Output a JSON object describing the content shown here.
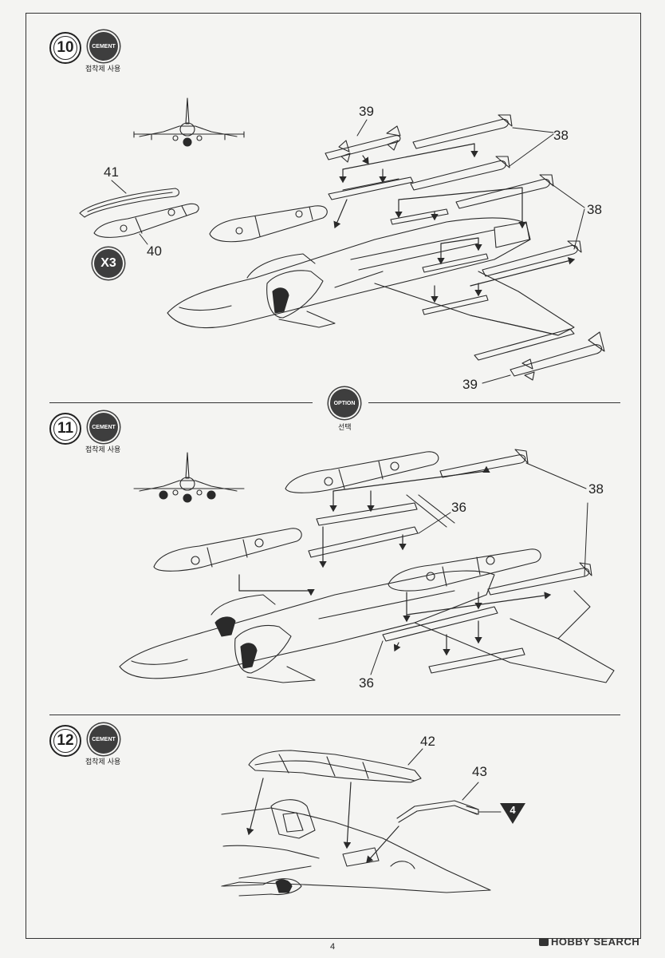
{
  "steps": [
    {
      "number": "10",
      "badge": "CEMENT",
      "badge_sub": "접착제 사용"
    },
    {
      "number": "11",
      "badge": "CEMENT",
      "badge_sub": "접착제 사용"
    },
    {
      "number": "12",
      "badge": "CEMENT",
      "badge_sub": "접착제 사용"
    }
  ],
  "option": {
    "label": "OPTION",
    "sub": "선택"
  },
  "quantity_badge": "X3",
  "callouts": {
    "s10_39a": "39",
    "s10_38a": "38",
    "s10_41": "41",
    "s10_40": "40",
    "s10_38b": "38",
    "s10_39b": "39",
    "s11_38": "38",
    "s11_36a": "36",
    "s11_36b": "36",
    "s12_42": "42",
    "s12_43": "43"
  },
  "ref_step": "4",
  "page_number": "4",
  "watermark": "HOBBY SEARCH"
}
